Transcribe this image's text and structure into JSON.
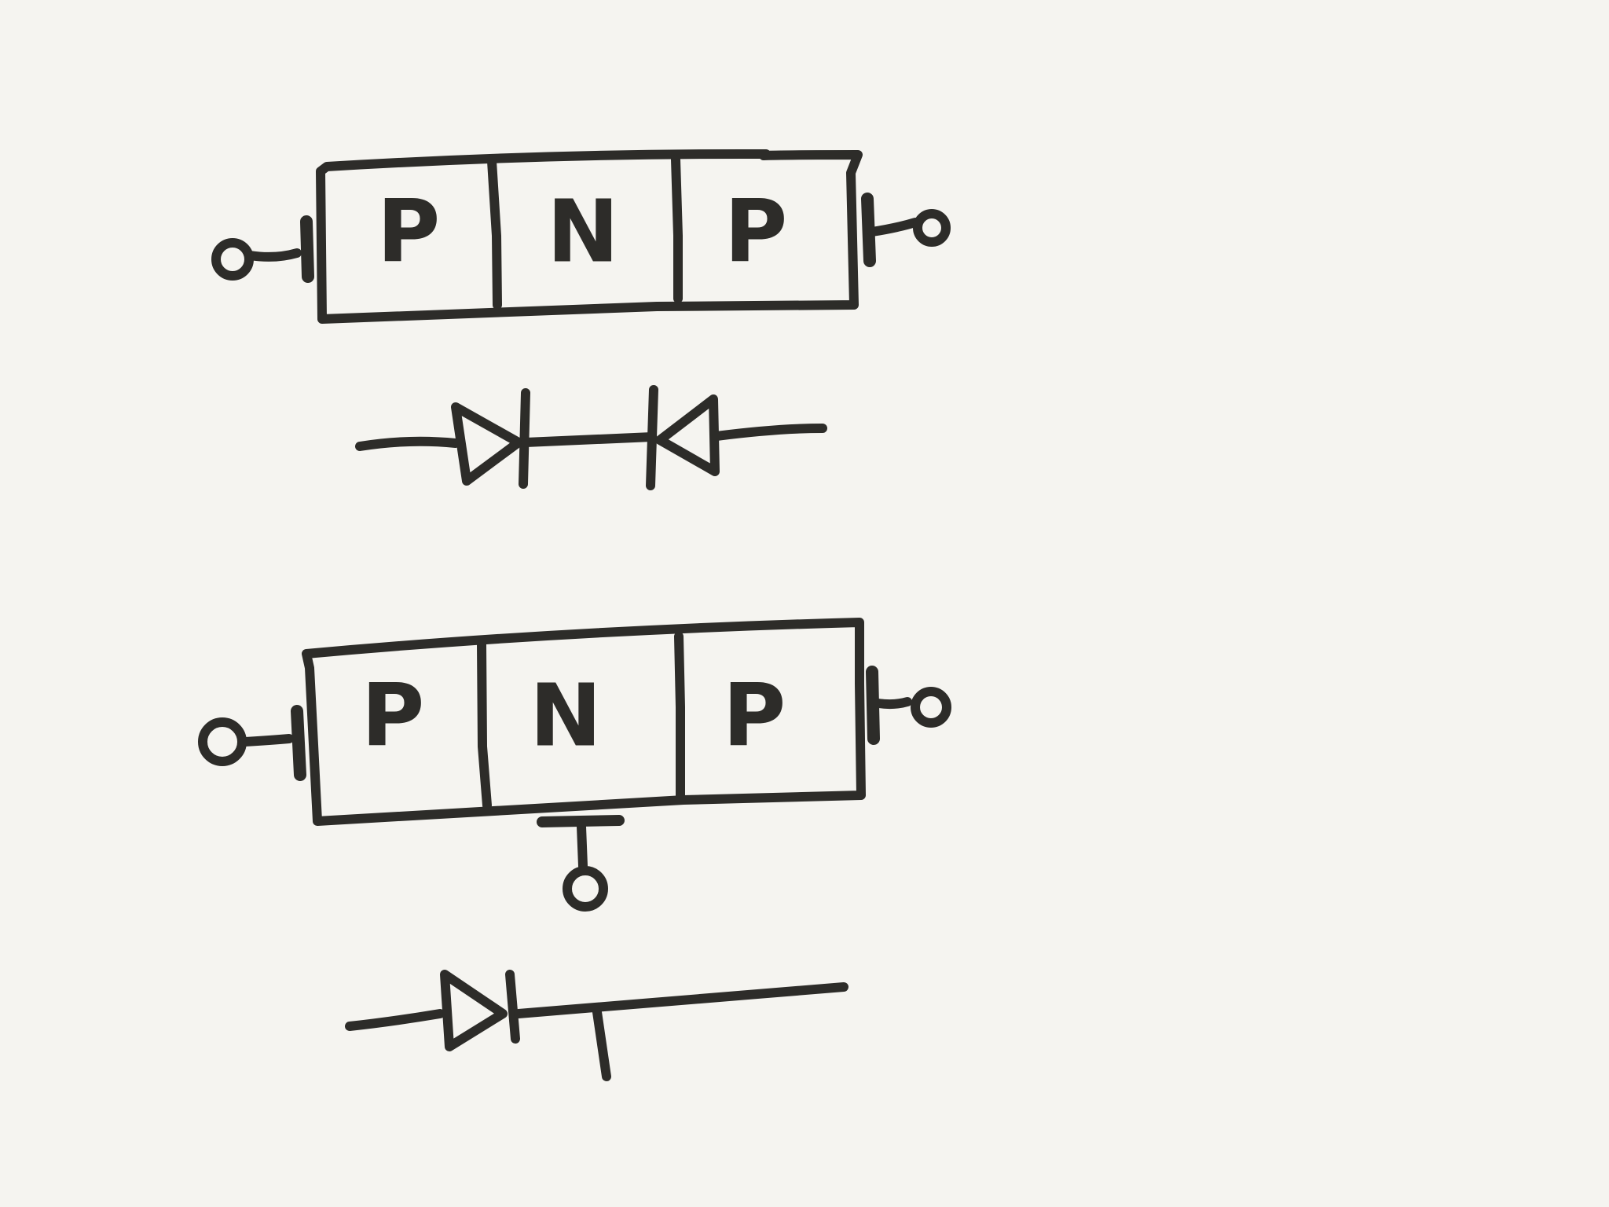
{
  "colors": {
    "background": "#f5f4f0",
    "ink": "#2d2c29"
  },
  "diagrams": [
    {
      "name": "pnp-two-terminal",
      "regions": [
        {
          "label": "P"
        },
        {
          "label": "N"
        },
        {
          "label": "P"
        }
      ]
    },
    {
      "name": "pnp-three-terminal",
      "regions": [
        {
          "label": "P"
        },
        {
          "label": "N"
        },
        {
          "label": "P"
        }
      ]
    }
  ],
  "symbols": [
    {
      "name": "back-to-back-diodes-symbol"
    },
    {
      "name": "diode-with-base-tap-symbol"
    }
  ]
}
